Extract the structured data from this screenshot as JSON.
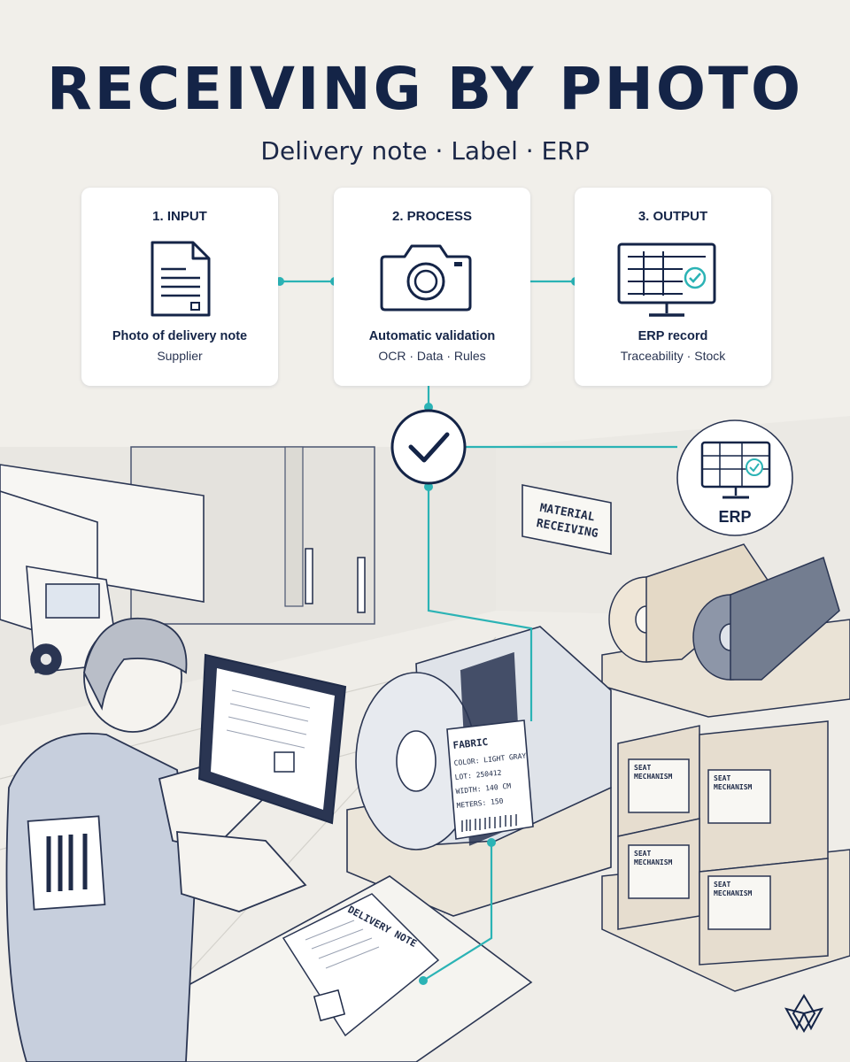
{
  "title": "RECEIVING BY PHOTO",
  "subtitle": "Delivery note · Label · ERP",
  "steps": [
    {
      "step": "1. INPUT",
      "name": "Photo of delivery note",
      "sub": "Supplier",
      "icon": "document-icon"
    },
    {
      "step": "2. PROCESS",
      "name": "Automatic validation",
      "sub": "OCR · Data · Rules",
      "icon": "camera-icon"
    },
    {
      "step": "3. OUTPUT",
      "name": "ERP record",
      "sub": "Traceability · Stock",
      "icon": "monitor-table-check-icon"
    }
  ],
  "erp_badge": {
    "label": "ERP",
    "icon": "monitor-table-check-icon"
  },
  "validation_icon": "checkmark-icon",
  "scene": {
    "sign": [
      "MATERIAL",
      "RECEIVING"
    ],
    "fabric_label": {
      "title": "FABRIC",
      "lines": [
        "COLOR: LIGHT GRAY",
        "LOT: 250412",
        "WIDTH: 140 CM",
        "METERS: 150"
      ]
    },
    "delivery_note": "DELIVERY NOTE",
    "box_label": [
      "SEAT",
      "MECHANISM"
    ]
  },
  "colors": {
    "navy": "#142447",
    "teal": "#2bb3b5",
    "background": "#f1efea",
    "card": "#ffffff"
  },
  "logo_icon": "flower-logo-icon"
}
